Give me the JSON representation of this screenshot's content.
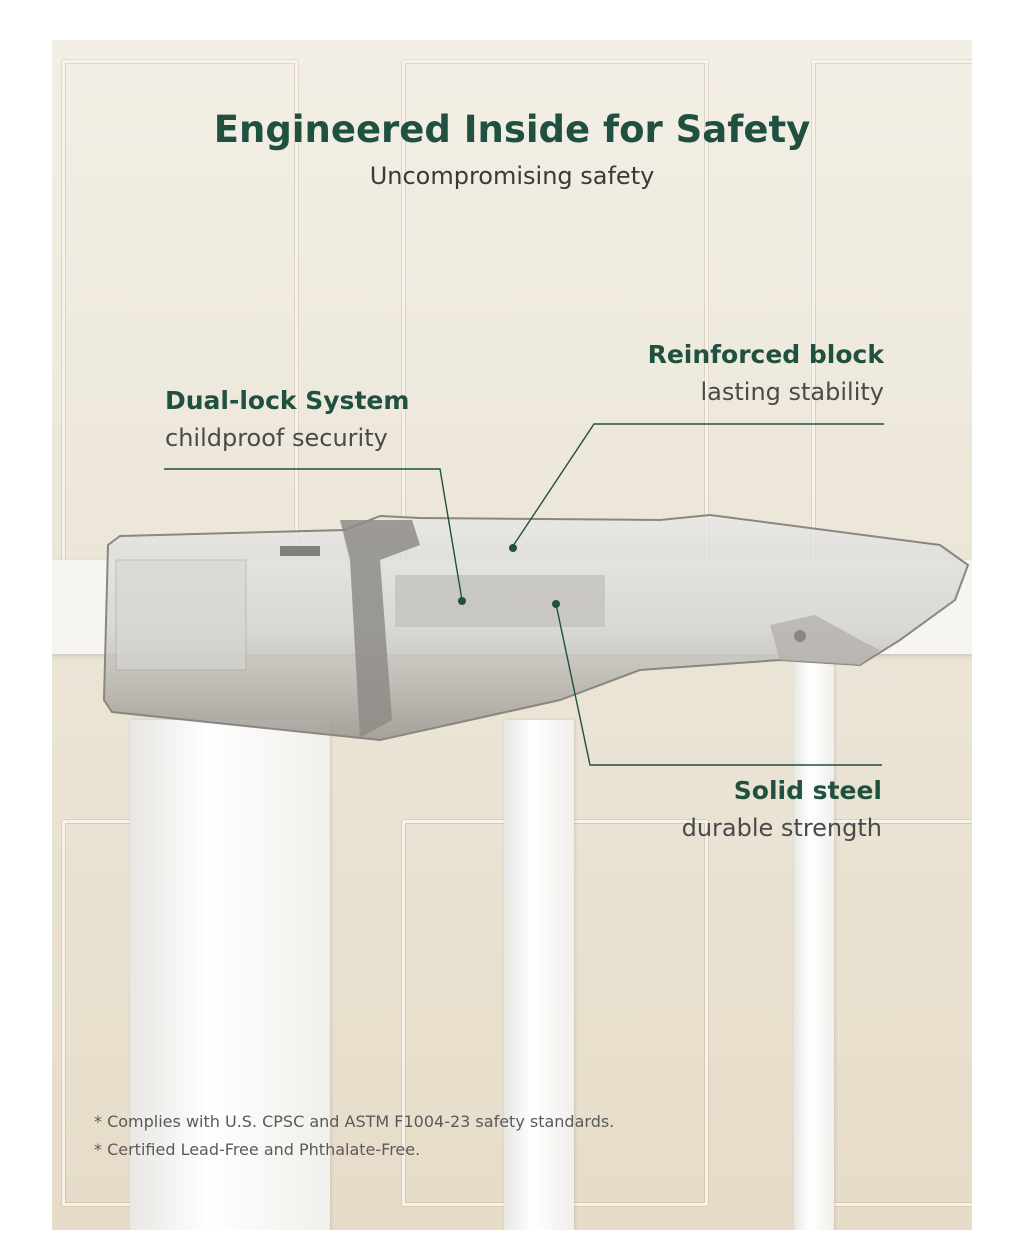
{
  "heading": {
    "title": "Engineered Inside for Safety",
    "subtitle": "Uncompromising safety"
  },
  "features": [
    {
      "title": "Reinforced block",
      "subtitle": "lasting stability"
    },
    {
      "title": "Dual-lock System",
      "subtitle": "childproof security"
    },
    {
      "title": "Solid steel",
      "subtitle": "durable strength"
    }
  ],
  "footnotes": [
    "* Complies with U.S. CPSC and ASTM F1004-23 safety standards.",
    "* Certified Lead-Free and Phthalate-Free."
  ],
  "colors": {
    "accent": "#1f5040",
    "text": "#4a4a4a"
  },
  "image": {
    "subject": "transparent gate lock mechanism on white baby gate"
  }
}
